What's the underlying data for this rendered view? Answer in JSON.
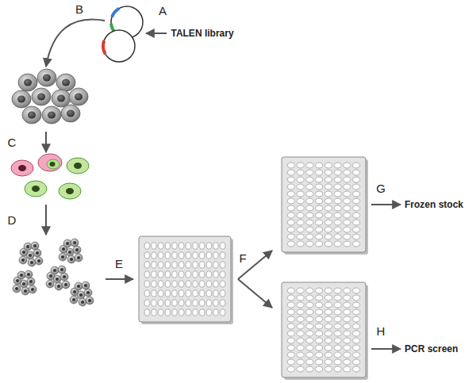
{
  "diagram": {
    "labels": [
      "A",
      "B",
      "TALEN library",
      "C",
      "D",
      "E",
      "F",
      "G",
      "Frozen stock",
      "H",
      "PCR screen"
    ]
  }
}
